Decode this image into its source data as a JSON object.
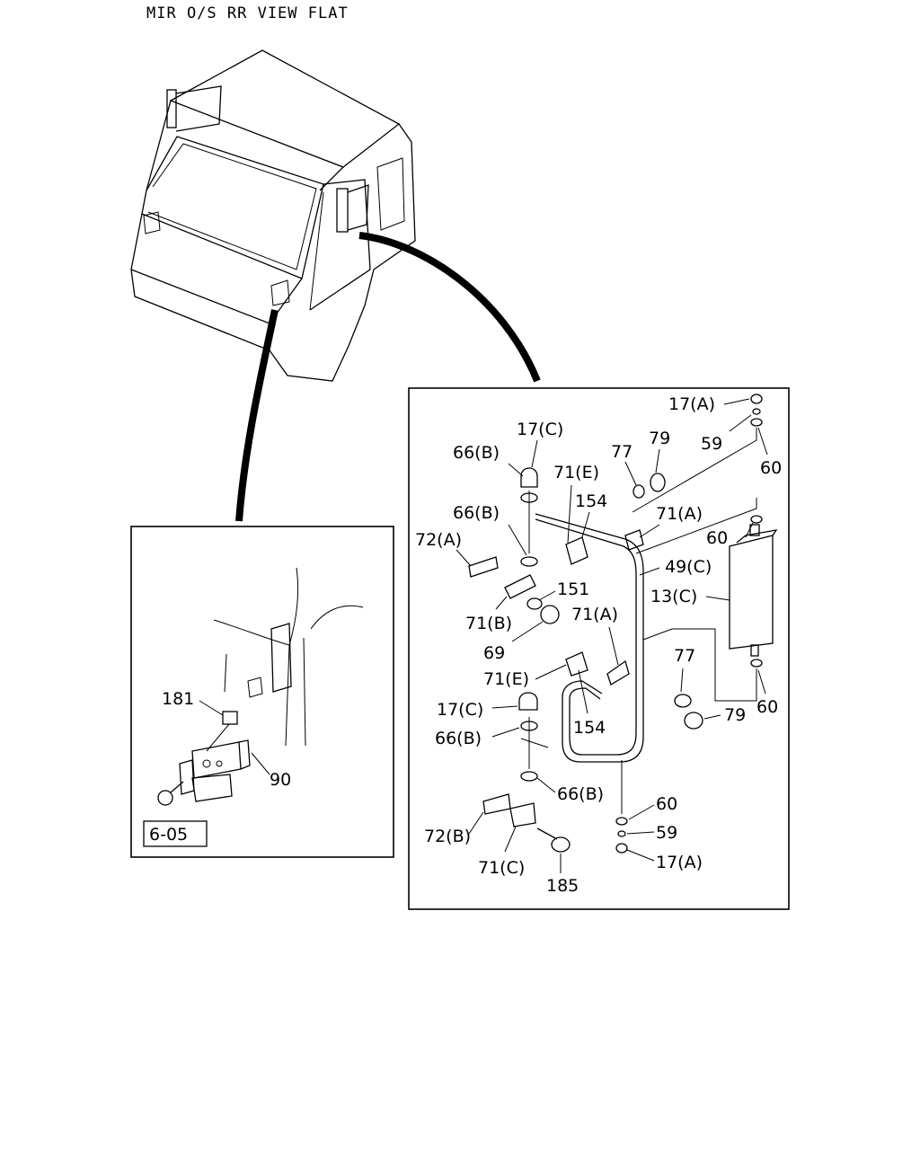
{
  "title": "MIR O/S RR VIEW FLAT",
  "inset_left": {
    "labels": [
      "181",
      "90"
    ],
    "ref_box": "6-05"
  },
  "inset_right": {
    "labels": [
      "17(A)",
      "59",
      "60",
      "17(C)",
      "66(B)",
      "77",
      "79",
      "71(E)",
      "154",
      "66(B)",
      "71(A)",
      "72(A)",
      "60",
      "49(C)",
      "151",
      "13(C)",
      "71(B)",
      "71(A)",
      "69",
      "77",
      "71(E)",
      "17(C)",
      "154",
      "79",
      "60",
      "66(B)",
      "66(B)",
      "60",
      "72(B)",
      "59",
      "71(C)",
      "17(A)",
      "185"
    ]
  }
}
